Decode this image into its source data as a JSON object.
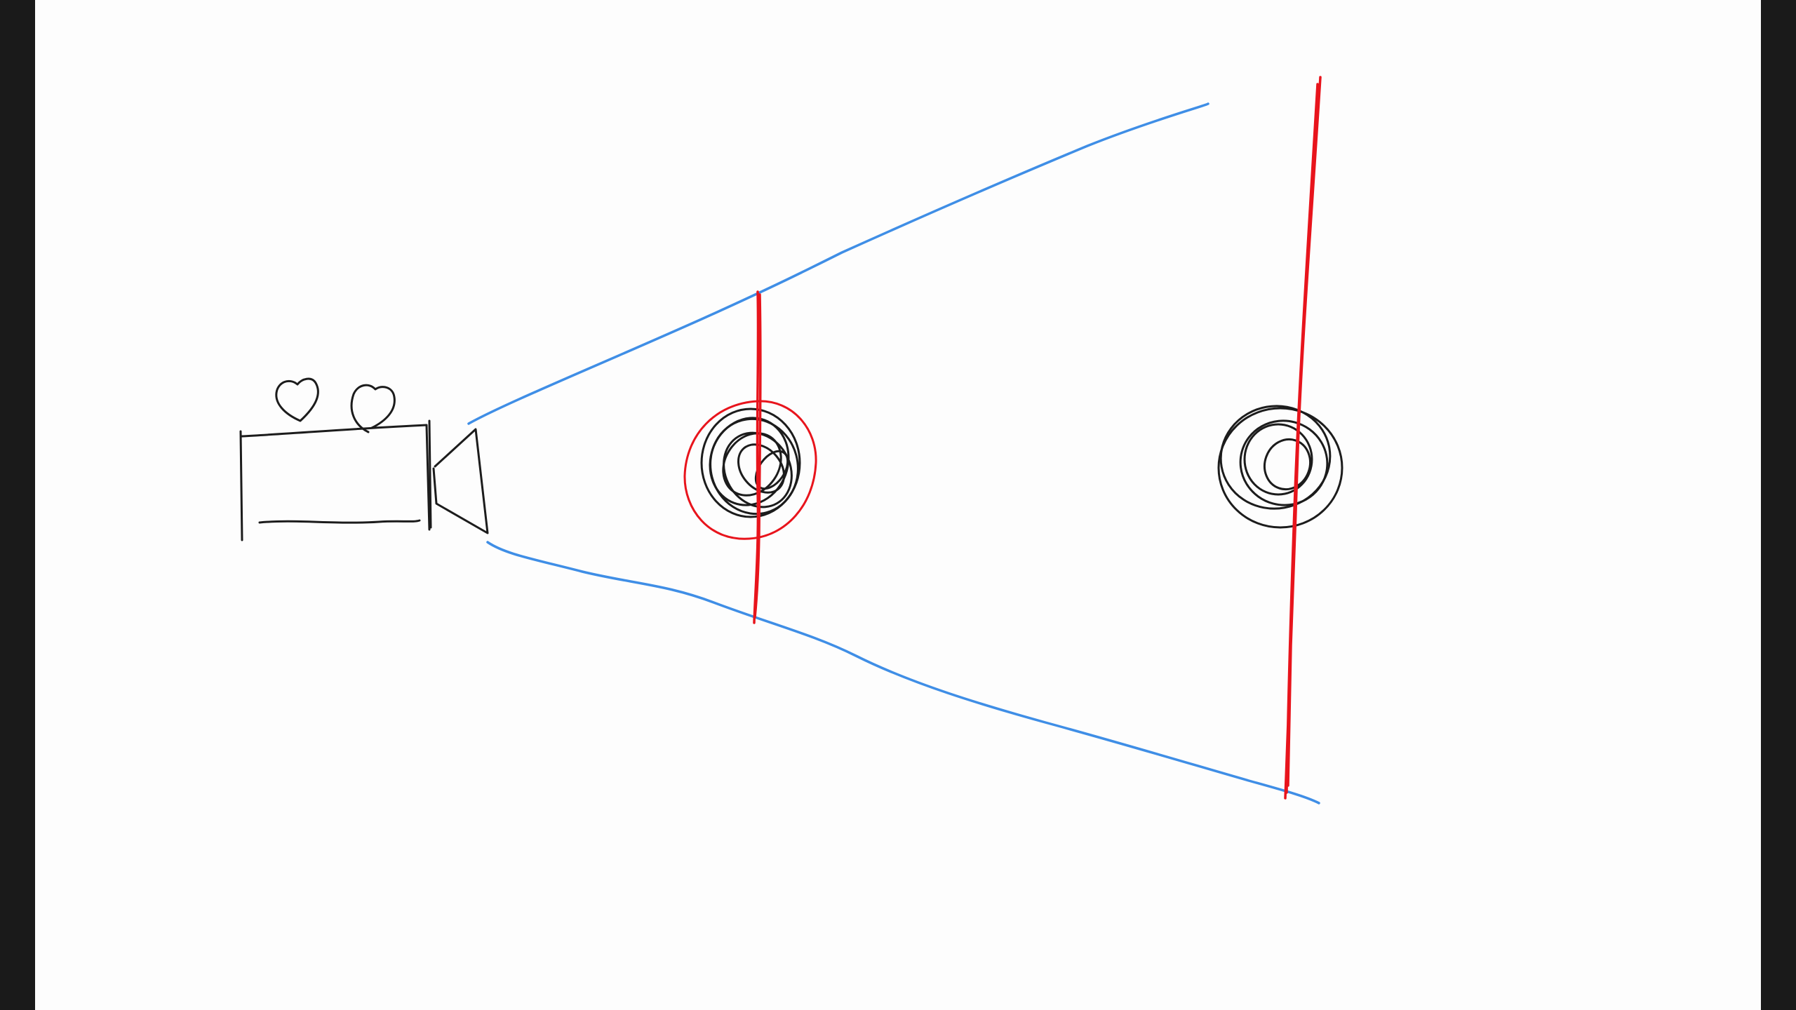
{
  "window": {
    "title": ""
  },
  "colors": {
    "letterbox": "#1a1a1a",
    "canvas": "#fdfdfd",
    "ink": "#1c1c1c",
    "frustum": "#3f8ee6",
    "plane": "#e8141c"
  },
  "drawing": {
    "strokes": [
      {
        "name": "camera-body",
        "color": "ink"
      },
      {
        "name": "camera-reel-left",
        "color": "ink"
      },
      {
        "name": "camera-reel-right",
        "color": "ink"
      },
      {
        "name": "camera-lens",
        "color": "ink"
      },
      {
        "name": "frustum-top-edge",
        "color": "frustum"
      },
      {
        "name": "frustum-bottom-edge",
        "color": "frustum"
      },
      {
        "name": "near-object-scribble",
        "color": "ink"
      },
      {
        "name": "near-object-outline",
        "color": "plane"
      },
      {
        "name": "near-plane-line",
        "color": "plane"
      },
      {
        "name": "far-object-scribble",
        "color": "ink"
      },
      {
        "name": "far-plane-line",
        "color": "plane"
      }
    ]
  }
}
